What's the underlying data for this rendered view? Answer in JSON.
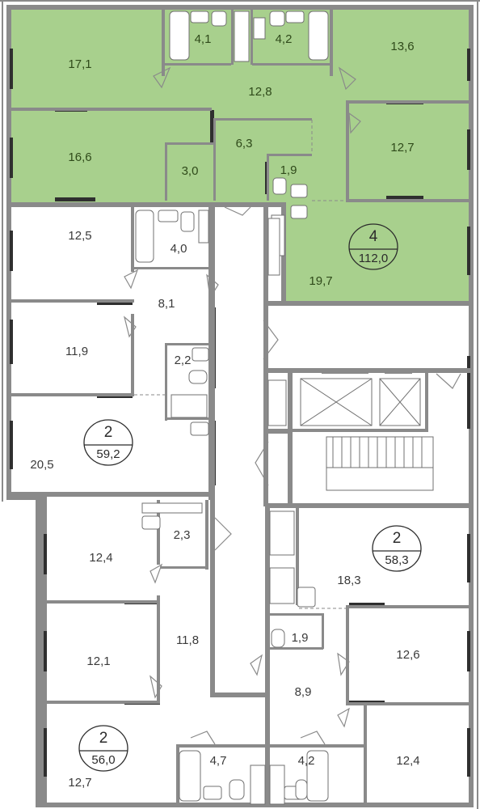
{
  "colors": {
    "selected_fill": "#a8d08d",
    "wall": "#8a8a8a",
    "window": "#2f2f2f",
    "background": "#ffffff"
  },
  "rooms": [
    {
      "id": "r1",
      "area": "17,1",
      "apt": "A"
    },
    {
      "id": "r2",
      "area": "4,1",
      "apt": "A"
    },
    {
      "id": "r3",
      "area": "4,2",
      "apt": "A"
    },
    {
      "id": "r4",
      "area": "13,6",
      "apt": "A"
    },
    {
      "id": "r5",
      "area": "12,8",
      "apt": "A"
    },
    {
      "id": "r6",
      "area": "16,6",
      "apt": "A"
    },
    {
      "id": "r7",
      "area": "6,3",
      "apt": "A"
    },
    {
      "id": "r8",
      "area": "12,7",
      "apt": "A"
    },
    {
      "id": "r9",
      "area": "3,0",
      "apt": "A"
    },
    {
      "id": "r10",
      "area": "1,9",
      "apt": "A"
    },
    {
      "id": "r11",
      "area": "19,7",
      "apt": "A"
    },
    {
      "id": "r12",
      "area": "12,5",
      "apt": "B"
    },
    {
      "id": "r13",
      "area": "4,0",
      "apt": "B"
    },
    {
      "id": "r14",
      "area": "8,1",
      "apt": "B"
    },
    {
      "id": "r15",
      "area": "11,9",
      "apt": "B"
    },
    {
      "id": "r16",
      "area": "2,2",
      "apt": "B"
    },
    {
      "id": "r17",
      "area": "20,5",
      "apt": "B"
    },
    {
      "id": "r18",
      "area": "2,3",
      "apt": "C"
    },
    {
      "id": "r19",
      "area": "12,4",
      "apt": "C"
    },
    {
      "id": "r20",
      "area": "11,8",
      "apt": "C"
    },
    {
      "id": "r21",
      "area": "12,1",
      "apt": "C"
    },
    {
      "id": "r22",
      "area": "12,7",
      "apt": "C"
    },
    {
      "id": "r23",
      "area": "4,7",
      "apt": "C"
    },
    {
      "id": "r24",
      "area": "18,3",
      "apt": "D"
    },
    {
      "id": "r25",
      "area": "1,9",
      "apt": "D"
    },
    {
      "id": "r26",
      "area": "12,6",
      "apt": "D"
    },
    {
      "id": "r27",
      "area": "8,9",
      "apt": "D"
    },
    {
      "id": "r28",
      "area": "4,2",
      "apt": "D"
    },
    {
      "id": "r29",
      "area": "12,4",
      "apt": "D"
    }
  ],
  "apartments": [
    {
      "id": "A",
      "rooms_count": "4",
      "total_area": "112,0",
      "selected": true
    },
    {
      "id": "B",
      "rooms_count": "2",
      "total_area": "59,2",
      "selected": false
    },
    {
      "id": "C",
      "rooms_count": "2",
      "total_area": "56,0",
      "selected": false
    },
    {
      "id": "D",
      "rooms_count": "2",
      "total_area": "58,3",
      "selected": false
    }
  ]
}
